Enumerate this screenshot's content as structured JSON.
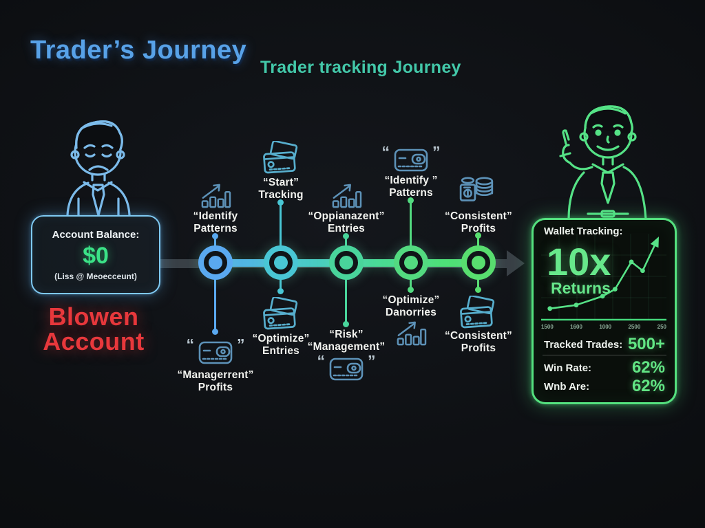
{
  "header": {
    "title": "Trader’s Journey",
    "subtitle": "Trader tracking Journey"
  },
  "account_card": {
    "label": "Account Balance:",
    "value": "$0",
    "note": "(Liss @ Meoecceunt)"
  },
  "blown_caption": {
    "line1": "Blowen",
    "line2": "Account"
  },
  "glyphs": {
    "quote_open": "“",
    "quote_close": "”"
  },
  "timeline": {
    "nodes": [
      {
        "color": "#5aa9f0",
        "top": {
          "icon": "bar-chart-icon",
          "line1": "“Identify",
          "line2": "Patterns"
        },
        "bottom": {
          "icon": "wallet-icon",
          "line1": "“Managerrent”",
          "line2": "Profits"
        }
      },
      {
        "color": "#49c6d4",
        "top": {
          "icon": "card-icon",
          "line1": "“Start”",
          "line2": "Tracking"
        },
        "bottom": {
          "icon": "card-icon",
          "line1": "“Optimize”",
          "line2": "Entries"
        }
      },
      {
        "color": "#49d49b",
        "top": {
          "icon": "bar-chart-icon",
          "line1": "“Oppianazent”",
          "line2": "Entries"
        },
        "bottom": {
          "icon": "wallet-icon",
          "line1": "“Risk”",
          "line2": "“Management”"
        }
      },
      {
        "color": "#53da80",
        "top": {
          "icon": "wallet-icon",
          "line1": "“Identify ”",
          "line2": "Patterns"
        },
        "bottom": {
          "icon": "bar-chart-icon",
          "line1": "“Optimize”",
          "line2": "Danorries"
        }
      },
      {
        "color": "#58de6f",
        "top": {
          "icon": "coins-icon",
          "line1": "“Consistent”",
          "line2": "Profits"
        },
        "bottom": {
          "icon": "card-icon",
          "line1": "“Consistent”",
          "line2": "Profits"
        }
      }
    ]
  },
  "panel": {
    "title": "Wallet Tracking:",
    "multiplier": "10x",
    "multiplier_caption": "Returns",
    "stats": [
      {
        "label": "Tracked Trades:",
        "value": "500+"
      },
      {
        "label": "Win Rate:",
        "value": "62%"
      },
      {
        "label": "Wnb Are:",
        "value": "62%"
      }
    ]
  },
  "chart_data": {
    "type": "line",
    "title": "Wallet Tracking: 10x Returns",
    "x_tick_labels": [
      "1500",
      "1600",
      "1000",
      "2500",
      "250"
    ],
    "points_pct": [
      [
        7,
        85
      ],
      [
        28,
        81
      ],
      [
        49,
        71
      ],
      [
        59,
        63
      ],
      [
        72,
        32
      ],
      [
        81,
        42
      ],
      [
        93,
        6
      ]
    ],
    "arrow_end": true,
    "grid": true,
    "legend": "none",
    "line_color": "#57e287"
  },
  "colors": {
    "background": "#0c0e11",
    "title_blue": "#58a2e8",
    "subtitle_teal": "#43c8a9",
    "account_border": "#7fc9f2",
    "balance_green": "#3be287",
    "blown_red": "#e8383c",
    "timeline_start": "#57a9f1",
    "timeline_end": "#52e06c",
    "panel_green": "#54e07e",
    "icon_steel_blue": "#5d92b8"
  }
}
